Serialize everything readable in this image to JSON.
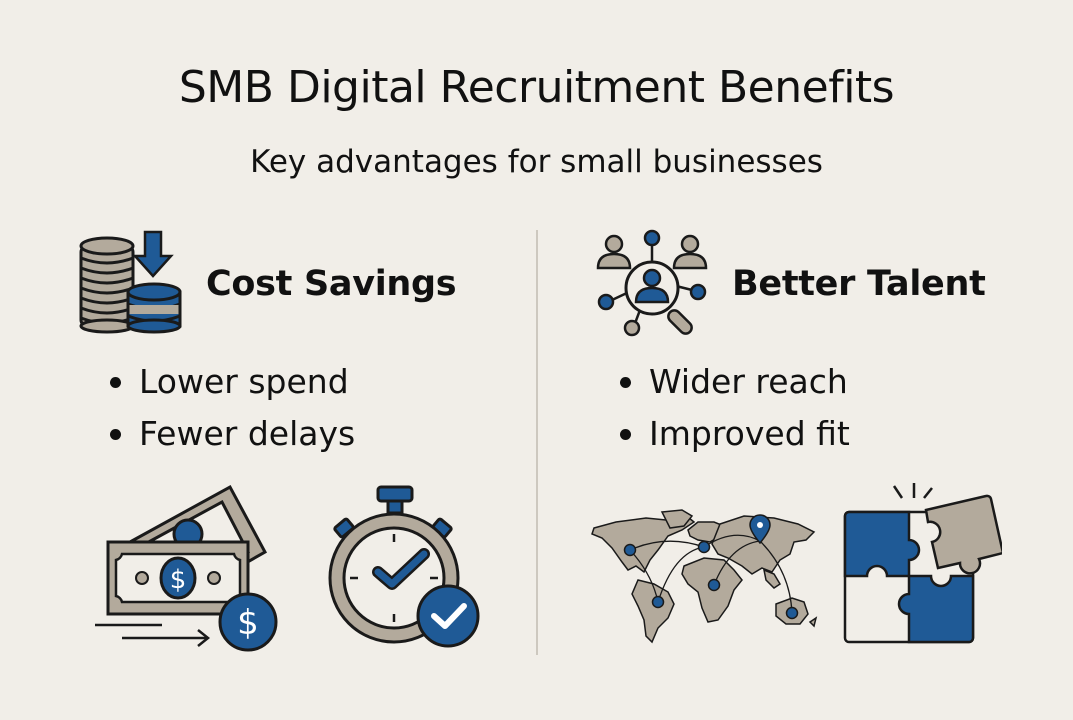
{
  "header": {
    "title": "SMB Digital Recruitment Benefits",
    "subtitle": "Key advantages for small businesses"
  },
  "colors": {
    "background": "#f1eee8",
    "accent_blue": "#1f5a96",
    "accent_taupe": "#b3aa9c",
    "outline": "#1a1a1a",
    "divider": "#cdc8bf"
  },
  "columns": [
    {
      "heading": "Cost Savings",
      "heading_icon": "coin-stack-down-arrow-icon",
      "bullets": [
        "Lower spend",
        "Fewer delays"
      ],
      "illustrations": [
        "money-bills-icon",
        "stopwatch-check-icon"
      ]
    },
    {
      "heading": "Better Talent",
      "heading_icon": "talent-network-search-icon",
      "bullets": [
        "Wider reach",
        "Improved fit"
      ],
      "illustrations": [
        "world-map-network-icon",
        "puzzle-pieces-icon"
      ]
    }
  ]
}
